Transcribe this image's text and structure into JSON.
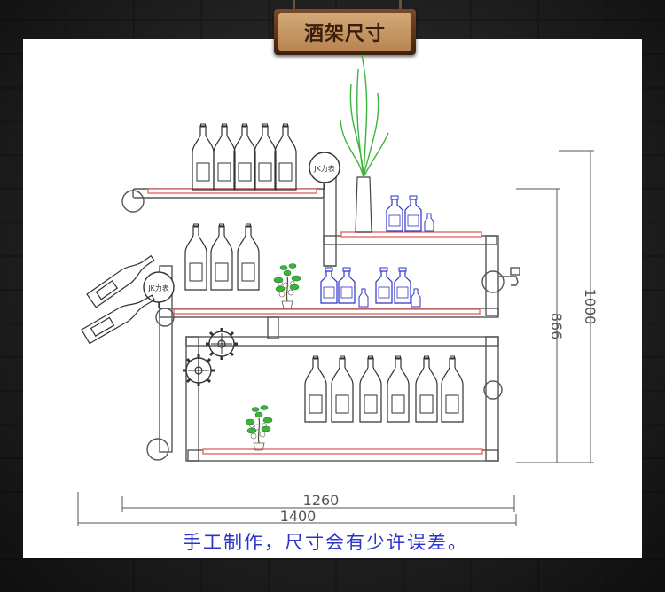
{
  "header": {
    "title": "酒架尺寸"
  },
  "gauges": {
    "label": "JK力表"
  },
  "dimensions": {
    "height_inner": "866",
    "height_outer": "1000",
    "width_inner": "1260",
    "width_outer": "1400"
  },
  "footer": {
    "note": "手工制作，尺寸会有少许误差。"
  },
  "colors": {
    "pipe": "#444444",
    "shelf": "#e46a6a",
    "bottle": "#333333",
    "blue_bottle": "#2b33c9",
    "plant": "#33aa33",
    "note": "#2b33c9"
  }
}
